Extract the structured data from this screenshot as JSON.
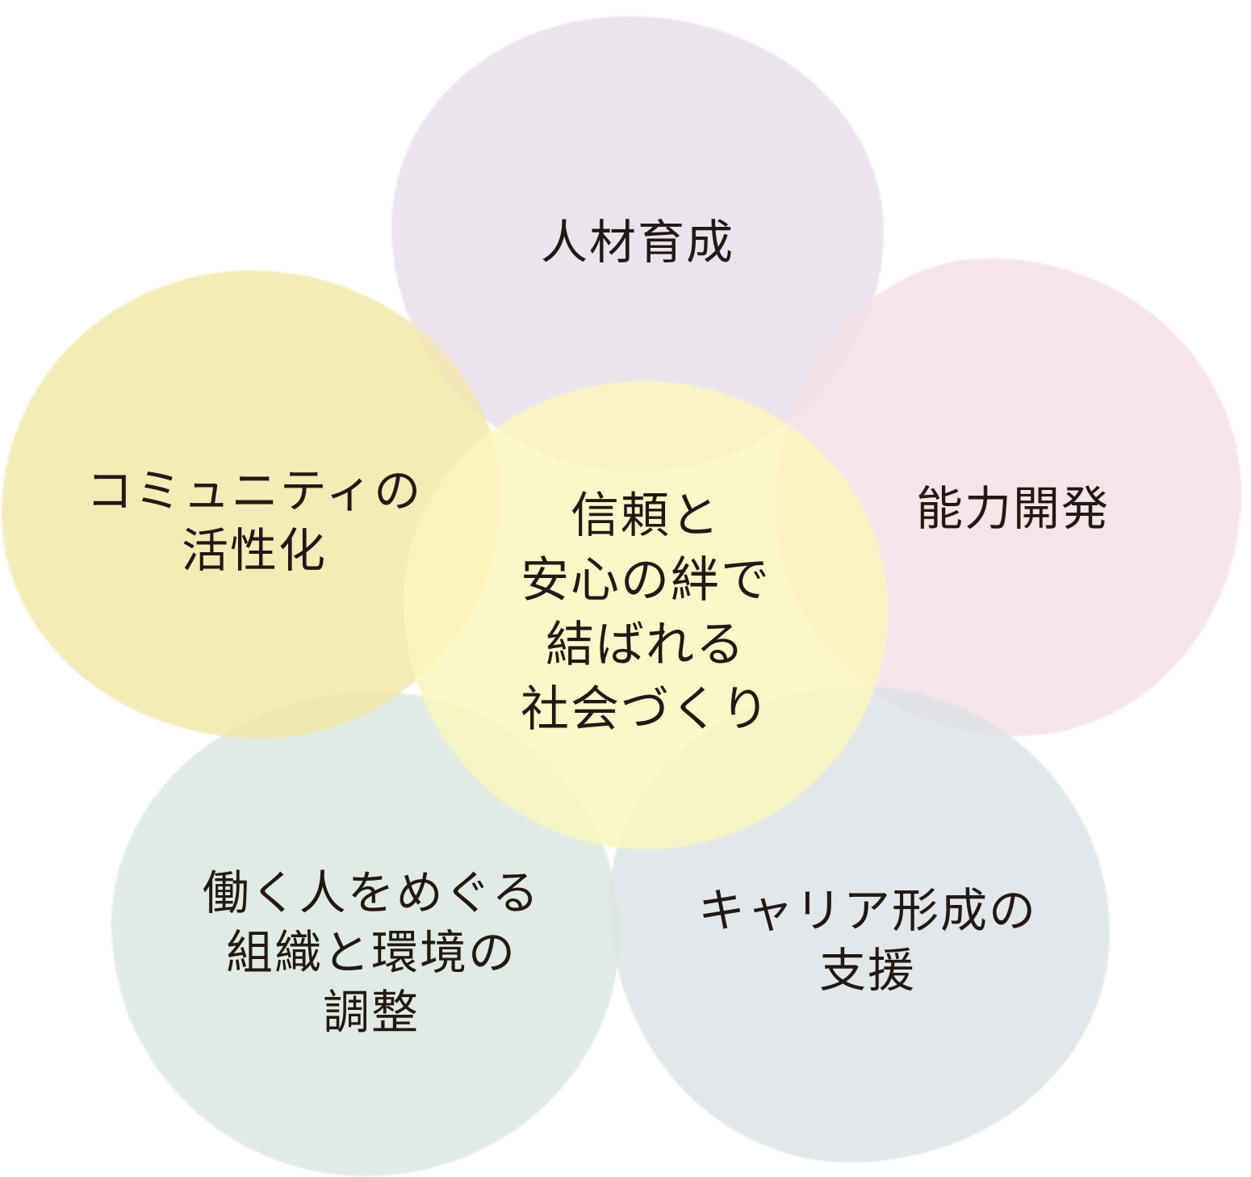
{
  "diagram": {
    "center": {
      "lines": [
        "信頼と",
        "安心の絆で",
        "結ばれる",
        "社会づくり"
      ],
      "color": "#fcf6bd"
    },
    "top": {
      "lines": [
        "人材育成"
      ],
      "color": "#e6dfea"
    },
    "right": {
      "lines": [
        "能力開発"
      ],
      "color": "#f6dfe5"
    },
    "bottom_right": {
      "lines": [
        "キャリア形成の",
        "支援"
      ],
      "color": "#dce2e5"
    },
    "bottom_left": {
      "lines": [
        "働く人をめぐる",
        "組織と環境の",
        "調整"
      ],
      "color": "#d9e7df"
    },
    "left": {
      "lines": [
        "コミュニティの",
        "活性化"
      ],
      "color": "#f3e7a8"
    }
  }
}
